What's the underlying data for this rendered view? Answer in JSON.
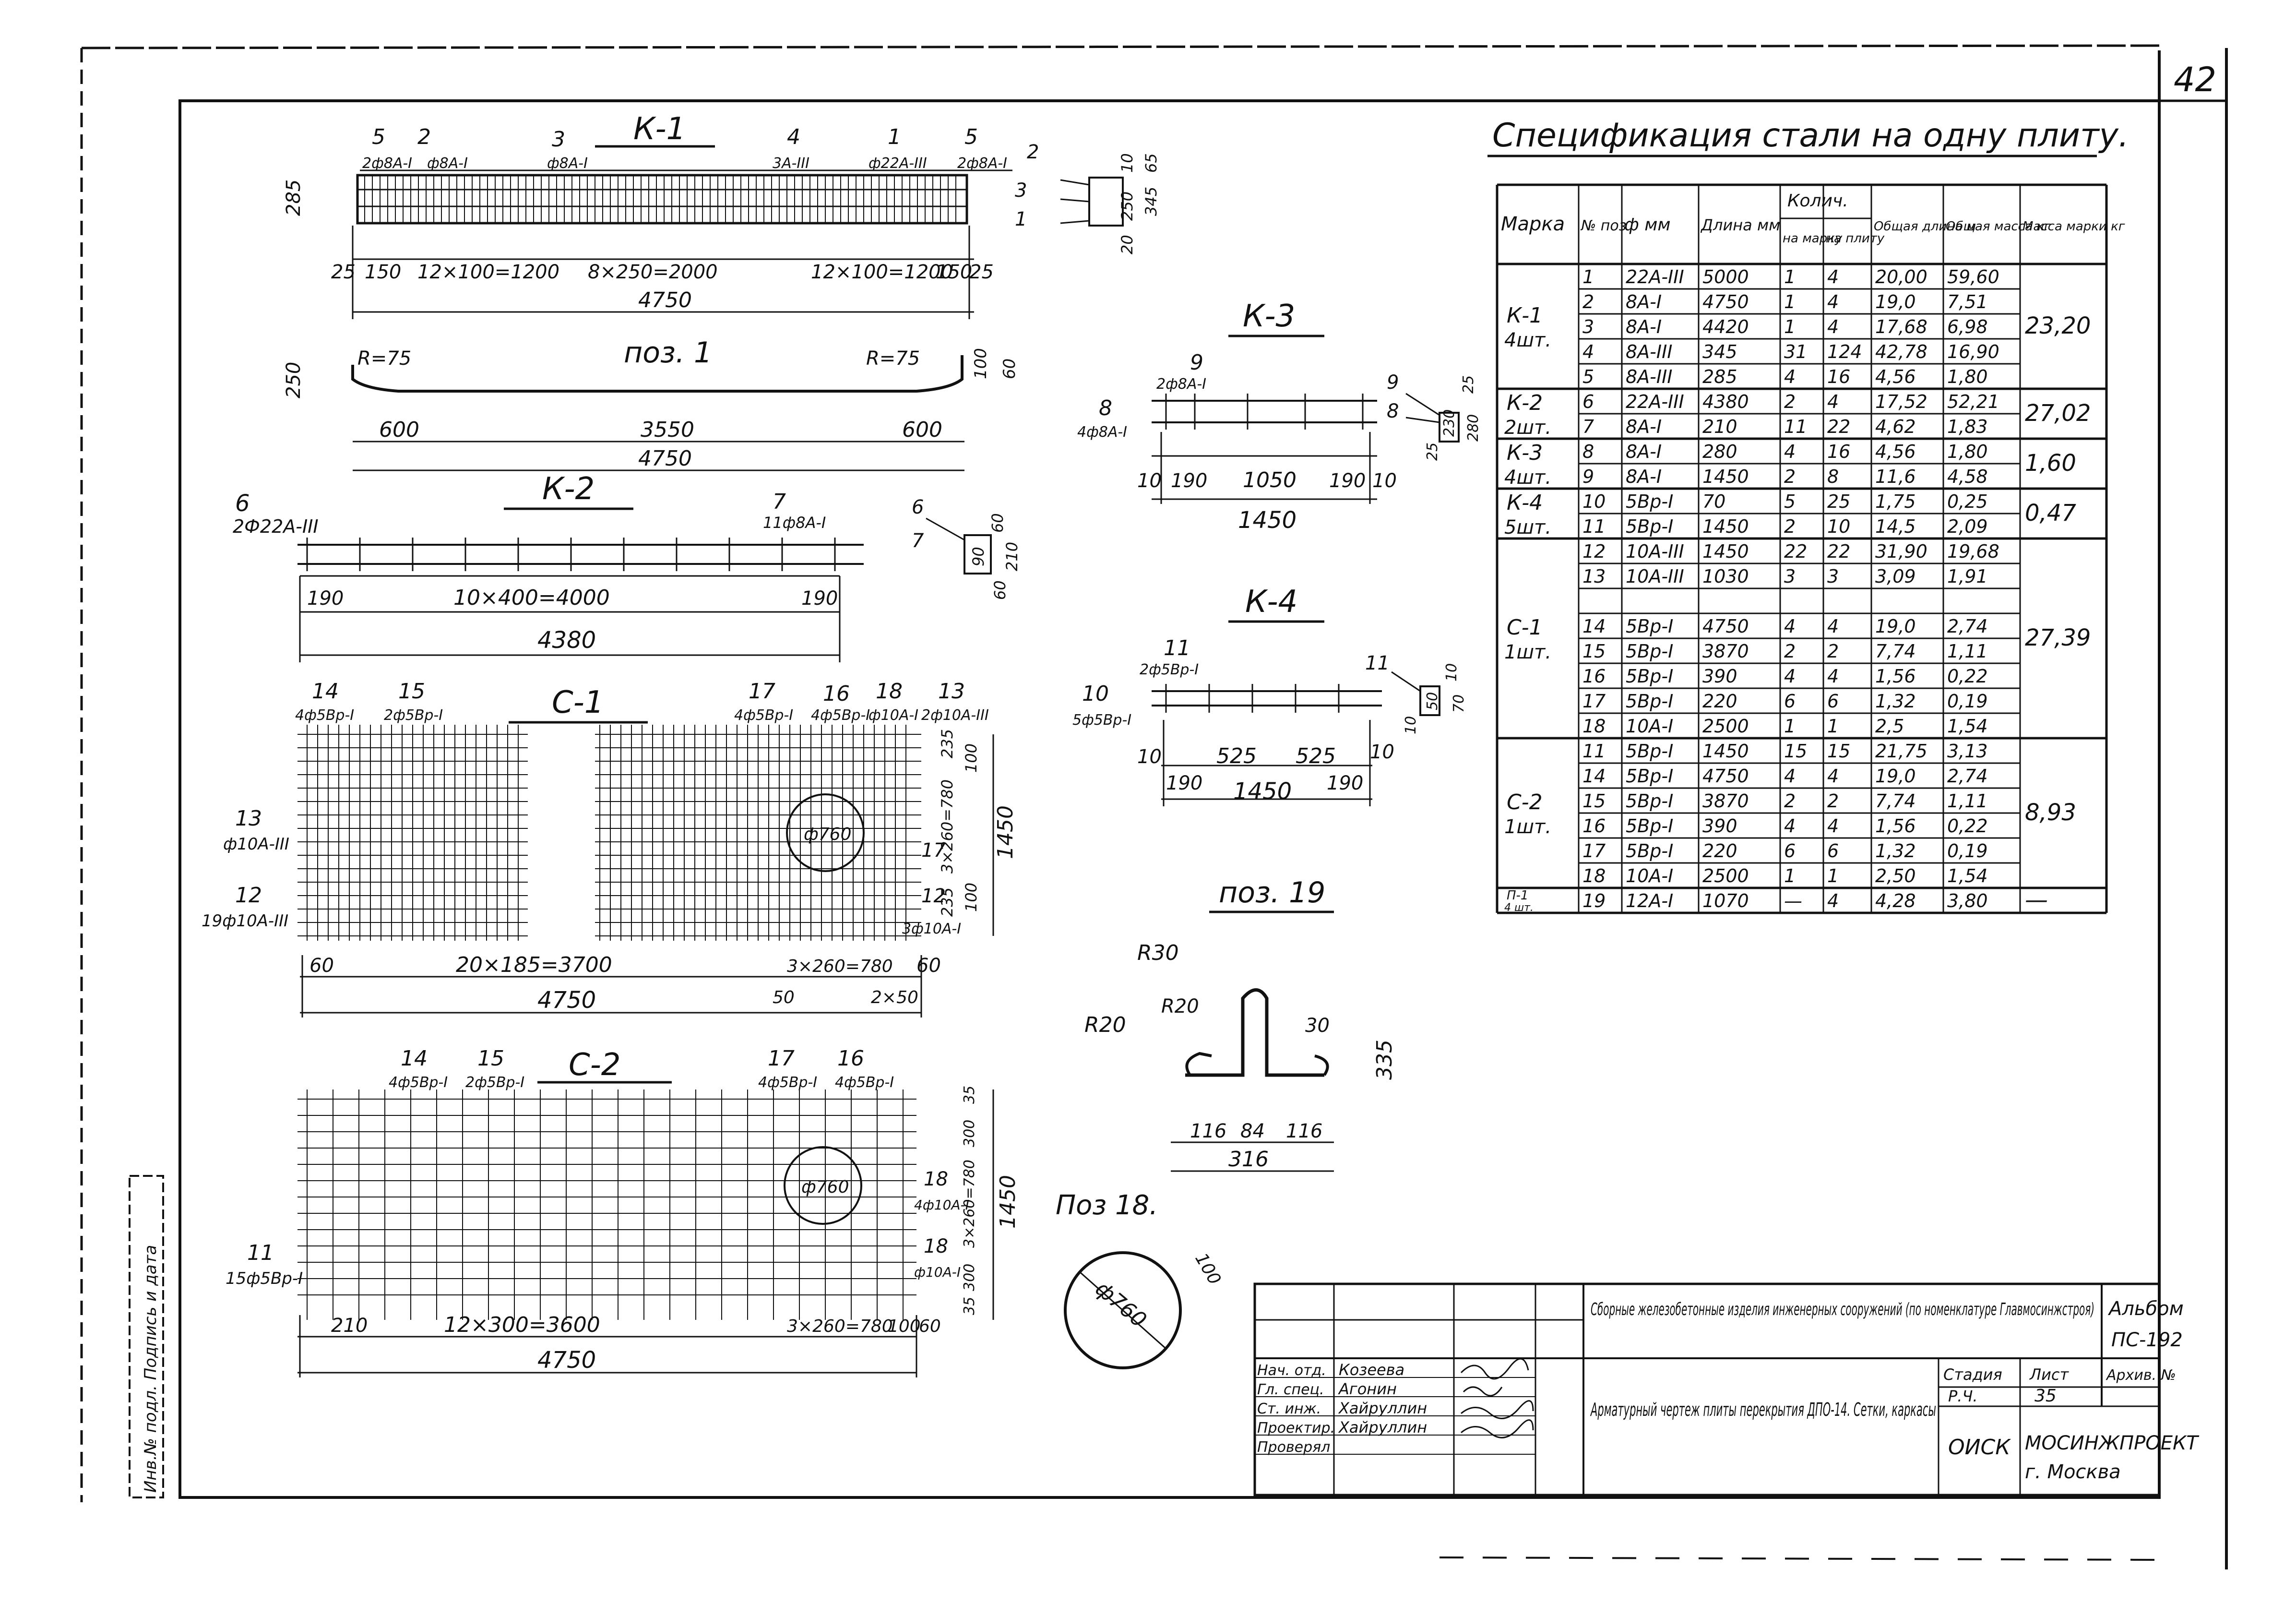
{
  "sheet": {
    "number": "42",
    "side_label": "Инв.№ подл. Подпись и дата",
    "k1": {
      "title": "К-1",
      "pos": [
        "5",
        "2",
        "3",
        "4",
        "1",
        "5"
      ],
      "marks": [
        "2ф8А-I",
        "ф8А-I",
        "ф8А-I",
        "3А-III",
        "ф22А-III",
        "2ф8А-I"
      ],
      "height": "285",
      "dims": [
        "25",
        "150",
        "12×100=1200",
        "8×250=2000",
        "12×100=1200",
        "150",
        "25"
      ],
      "total": "4750",
      "section_pos": [
        "2",
        "3",
        "1"
      ],
      "section_dims": [
        "10",
        "250",
        "20",
        "65",
        "345"
      ]
    },
    "pos1": {
      "title": "поз. 1",
      "radius_left": "R=75",
      "radius_right": "R=75",
      "height": "250",
      "end_dims": [
        "100",
        "60"
      ],
      "dims": [
        "600",
        "3550",
        "600"
      ],
      "total": "4750"
    },
    "k2": {
      "title": "К-2",
      "pos6": "6",
      "mark6": "2Ф22А-III",
      "pos7": "7",
      "mark7": "11ф8А-I",
      "dims": [
        "190",
        "10×400=4000",
        "190"
      ],
      "total": "4380",
      "section_pos": [
        "6",
        "7"
      ],
      "section_dims": [
        "60",
        "90",
        "210",
        "60"
      ]
    },
    "k3": {
      "title": "К-3",
      "pos9": "9",
      "mark9": "2ф8А-I",
      "pos8": "8",
      "mark8": "4ф8А-I",
      "dims": [
        "10",
        "190",
        "1050",
        "190",
        "10"
      ],
      "total": "1450",
      "section_pos": [
        "9",
        "8"
      ],
      "section_dims": [
        "25",
        "230",
        "280",
        "25"
      ]
    },
    "k4": {
      "title": "К-4",
      "pos11": "11",
      "mark11": "2ф5Вр-I",
      "pos10": "10",
      "mark10": "5ф5Вр-I",
      "dims": [
        "10",
        "525",
        "525",
        "10",
        "190",
        "1450",
        "190"
      ],
      "section_pos": [
        "11"
      ],
      "section_dims": [
        "10",
        "50",
        "10",
        "70"
      ]
    },
    "c1": {
      "title": "С-1",
      "top_pos": [
        "14",
        "15",
        "17",
        "16",
        "18",
        "13"
      ],
      "top_marks": [
        "4ф5Вр-I",
        "2ф5Вр-I",
        "4ф5Вр-I",
        "4ф5Вр-I",
        "ф10А-I",
        "2ф10А-III"
      ],
      "left_pos13": "13",
      "left_mark13": "ф10А-III",
      "left_pos12": "12",
      "left_mark12": "19ф10А-III",
      "hole": "ф760",
      "right_pos": [
        "17",
        "12"
      ],
      "right_mark": "3ф10А-I",
      "right_dims": [
        "235",
        "3×260=780",
        "235",
        "100",
        "100"
      ],
      "height": "1450",
      "dims": [
        "60",
        "20×185=3700",
        "3×260=780",
        "60"
      ],
      "sub_dims": [
        "50",
        "2×50"
      ],
      "total": "4750"
    },
    "c2": {
      "title": "С-2",
      "top_pos": [
        "14",
        "15",
        "17",
        "16"
      ],
      "top_marks": [
        "4ф5Вр-I",
        "2ф5Вр-I",
        "4ф5Вр-I",
        "4ф5Вр-I"
      ],
      "left_pos": "11",
      "left_mark": "15ф5Вр-I",
      "hole": "ф760",
      "right_pos": [
        "18",
        "18"
      ],
      "right_marks": [
        "4ф10А-I",
        "ф10А-I"
      ],
      "right_dims": [
        "35",
        "300",
        "3×260=780",
        "300",
        "35"
      ],
      "height": "1450",
      "dims": [
        "210",
        "12×300=3600",
        "3×260=780",
        "100",
        "60"
      ],
      "total": "4750"
    },
    "pos19": {
      "title": "поз. 19",
      "r30": "R30",
      "r20a": "R20",
      "r20b": "R20",
      "dim30": "30",
      "dim335": "335",
      "dims": [
        "116",
        "84",
        "116"
      ],
      "total": "316"
    },
    "pos18": {
      "title": "Поз 18.",
      "dia": "ф760",
      "dim": "100"
    },
    "spec": {
      "title": "Спецификация стали на одну плиту.",
      "headers": {
        "mark": "Марка",
        "pos": "№ поз",
        "dia": "ф мм",
        "len": "Длина мм",
        "qty": "Колич.",
        "qty_mark": "на марку",
        "qty_plate": "на плиту",
        "total_len": "Общая длина м",
        "total_mass": "Общая масса кг",
        "mark_mass": "Масса марки кг"
      },
      "groups": [
        {
          "mark": "К-1",
          "count": "4шт.",
          "mass": "23,20",
          "rows": [
            [
              "1",
              "22А-III",
              "5000",
              "1",
              "4",
              "20,00",
              "59,60"
            ],
            [
              "2",
              "8А-I",
              "4750",
              "1",
              "4",
              "19,0",
              "7,51"
            ],
            [
              "3",
              "8А-I",
              "4420",
              "1",
              "4",
              "17,68",
              "6,98"
            ],
            [
              "4",
              "8А-III",
              "345",
              "31",
              "124",
              "42,78",
              "16,90"
            ],
            [
              "5",
              "8А-III",
              "285",
              "4",
              "16",
              "4,56",
              "1,80"
            ]
          ]
        },
        {
          "mark": "К-2",
          "count": "2шт.",
          "mass": "27,02",
          "rows": [
            [
              "6",
              "22А-III",
              "4380",
              "2",
              "4",
              "17,52",
              "52,21"
            ],
            [
              "7",
              "8А-I",
              "210",
              "11",
              "22",
              "4,62",
              "1,83"
            ]
          ]
        },
        {
          "mark": "К-3",
          "count": "4шт.",
          "mass": "1,60",
          "rows": [
            [
              "8",
              "8А-I",
              "280",
              "4",
              "16",
              "4,56",
              "1,80"
            ],
            [
              "9",
              "8А-I",
              "1450",
              "2",
              "8",
              "11,6",
              "4,58"
            ]
          ]
        },
        {
          "mark": "К-4",
          "count": "5шт.",
          "mass": "0,47",
          "rows": [
            [
              "10",
              "5Вр-I",
              "70",
              "5",
              "25",
              "1,75",
              "0,25"
            ],
            [
              "11",
              "5Вр-I",
              "1450",
              "2",
              "10",
              "14,5",
              "2,09"
            ]
          ]
        },
        {
          "mark": "С-1",
          "count": "1шт.",
          "mass": "27,39",
          "rows": [
            [
              "12",
              "10А-III",
              "1450",
              "22",
              "22",
              "31,90",
              "19,68"
            ],
            [
              "13",
              "10А-III",
              "1030",
              "3",
              "3",
              "3,09",
              "1,91"
            ],
            [
              "",
              "",
              "",
              "",
              "",
              "",
              ""
            ],
            [
              "14",
              "5Вр-I",
              "4750",
              "4",
              "4",
              "19,0",
              "2,74"
            ],
            [
              "15",
              "5Вр-I",
              "3870",
              "2",
              "2",
              "7,74",
              "1,11"
            ],
            [
              "16",
              "5Вр-I",
              "390",
              "4",
              "4",
              "1,56",
              "0,22"
            ],
            [
              "17",
              "5Вр-I",
              "220",
              "6",
              "6",
              "1,32",
              "0,19"
            ],
            [
              "18",
              "10А-I",
              "2500",
              "1",
              "1",
              "2,5",
              "1,54"
            ]
          ]
        },
        {
          "mark": "С-2",
          "count": "1шт.",
          "mass": "8,93",
          "rows": [
            [
              "11",
              "5Вр-I",
              "1450",
              "15",
              "15",
              "21,75",
              "3,13"
            ],
            [
              "14",
              "5Вр-I",
              "4750",
              "4",
              "4",
              "19,0",
              "2,74"
            ],
            [
              "15",
              "5Вр-I",
              "3870",
              "2",
              "2",
              "7,74",
              "1,11"
            ],
            [
              "16",
              "5Вр-I",
              "390",
              "4",
              "4",
              "1,56",
              "0,22"
            ],
            [
              "17",
              "5Вр-I",
              "220",
              "6",
              "6",
              "1,32",
              "0,19"
            ],
            [
              "18",
              "10А-I",
              "2500",
              "1",
              "1",
              "2,50",
              "1,54"
            ]
          ]
        },
        {
          "mark": "П-1",
          "count": "4 шт.",
          "mass": "—",
          "rows": [
            [
              "19",
              "12А-I",
              "1070",
              "—",
              "4",
              "4,28",
              "3,80"
            ]
          ]
        }
      ]
    },
    "stamp": {
      "project_title": "Сборные железобетонные изделия инженерных сооружений (по номенклатуре Главмосинжстроя)",
      "album_label": "Альбом",
      "album": "ПС-192",
      "roles": [
        "Нач. отд.",
        "Гл. спец.",
        "Ст. инж.",
        "Проектир.",
        "Проверял"
      ],
      "names": [
        "Козеева",
        "Агонин",
        "Хайруллин",
        "Хайруллин",
        ""
      ],
      "drawing_title": "Арматурный чертеж плиты перекрытия ДПО-14. Сетки, каркасы",
      "stage_label": "Стадия",
      "stage": "Р.Ч.",
      "sheet_label": "Лист",
      "sheet_no": "35",
      "archive_label": "Архив. №",
      "dept": "ОИСК",
      "org": "МОСИНЖПРОЕКТ",
      "city": "г. Москва"
    }
  }
}
